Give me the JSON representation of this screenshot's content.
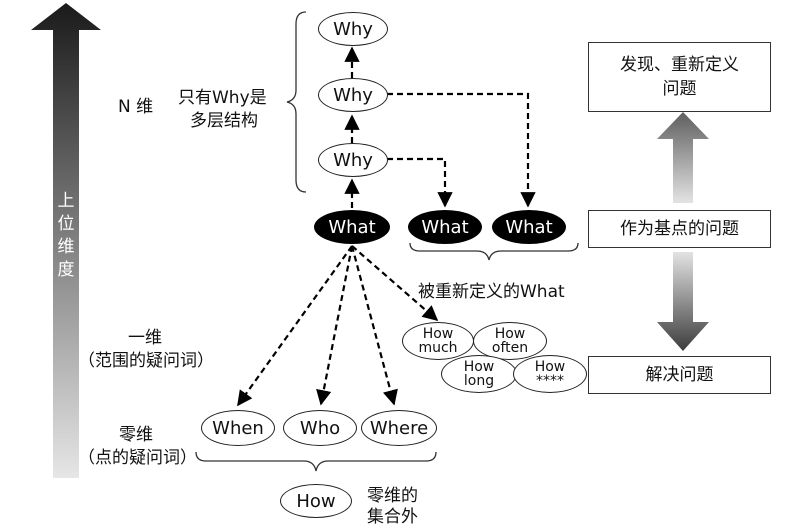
{
  "axis": {
    "label": "上位\n维度"
  },
  "dimension_labels": {
    "n_dim_line1": "N 维",
    "n_dim_desc_line1": "只有Why是",
    "n_dim_desc_line2": "多层结构",
    "one_dim_line1": "一维",
    "one_dim_line2": "（范围的疑问词）",
    "zero_dim_line1": "零维",
    "zero_dim_line2": "（点的疑问词）",
    "outside_line1": "零维的",
    "outside_line2": "集合外",
    "redefined_caption": "被重新定义的What"
  },
  "nodes": {
    "why_top": "Why",
    "why_mid": "Why",
    "why_low": "Why",
    "what_main": "What",
    "what_2": "What",
    "what_3": "What",
    "how_much_1": "How",
    "how_much_2": "much",
    "how_often_1": "How",
    "how_often_2": "often",
    "how_long_1": "How",
    "how_long_2": "long",
    "how_stars_1": "How",
    "how_stars_2": "****",
    "when": "When",
    "who": "Who",
    "where": "Where",
    "how_outside": "How"
  },
  "side_boxes": {
    "top_line1": "发现、重新定义",
    "top_line2": "问题",
    "middle": "作为基点的问题",
    "bottom": "解决问题"
  }
}
